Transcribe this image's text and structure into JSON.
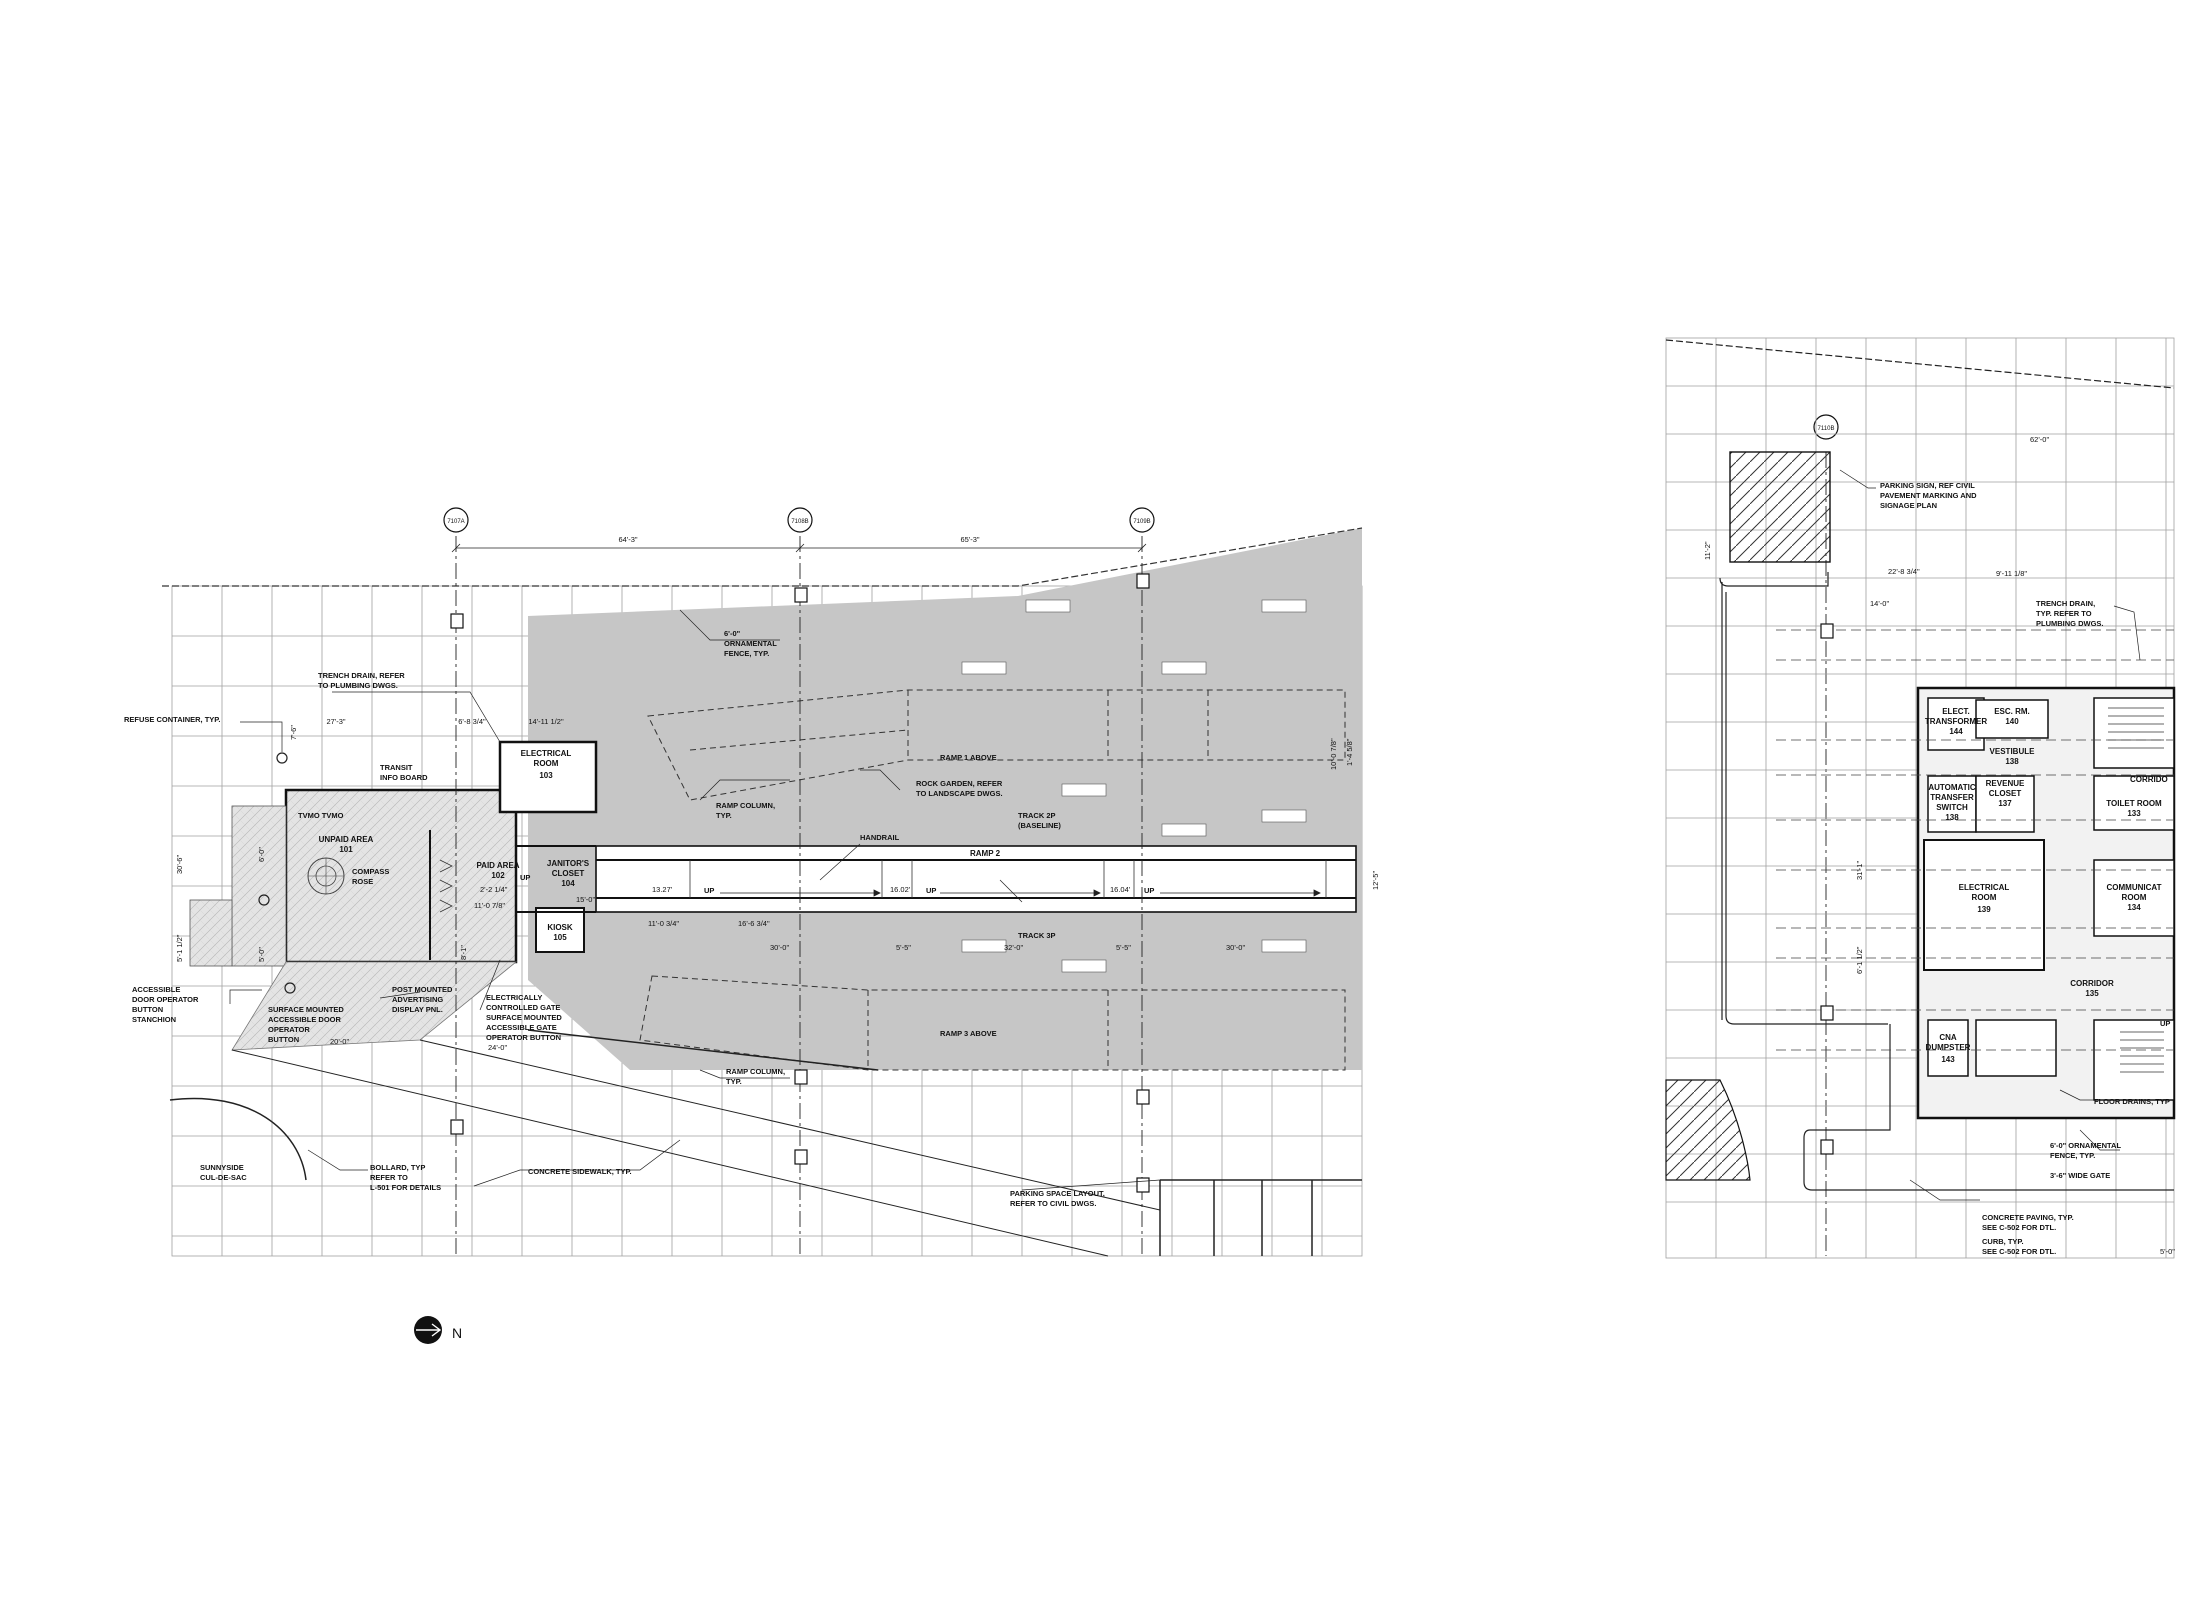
{
  "labels": {
    "refuse": "REFUSE CONTAINER, TYP.",
    "trench_left_1": "TRENCH DRAIN, REFER",
    "trench_left_2": "TO PLUMBING DWGS.",
    "transit_info_1": "TRANSIT",
    "transit_info_2": "INFO BOARD",
    "tvm": "TVMO  TVMO",
    "unpaid_area": "UNPAID AREA",
    "unpaid_num": "101",
    "compass_1": "COMPASS",
    "compass_2": "ROSE",
    "paid_area": "PAID AREA",
    "paid_num": "102",
    "janitor_1": "JANITOR'S",
    "janitor_2": "CLOSET",
    "janitor_num": "104",
    "electrical_1": "ELECTRICAL",
    "electrical_2": "ROOM",
    "electrical_num": "103",
    "kiosk": "KIOSK",
    "kiosk_num": "105",
    "fence_1": "6'-0\"",
    "fence_2": "ORNAMENTAL",
    "fence_3": "FENCE, TYP.",
    "rock_1": "ROCK GARDEN, REFER",
    "rock_2": "TO LANDSCAPE DWGS.",
    "ramp_col_1": "RAMP COLUMN,",
    "ramp_col_2": "TYP.",
    "ramp1": "RAMP 1 ABOVE",
    "ramp2": "RAMP 2",
    "ramp3": "RAMP 3 ABOVE",
    "handrail": "HANDRAIL",
    "track2p_1": "TRACK 2P",
    "track2p_2": "(BASELINE)",
    "track3p": "TRACK 3P",
    "accessible_1": "ACCESSIBLE",
    "accessible_2": "DOOR OPERATOR",
    "accessible_3": "BUTTON",
    "accessible_4": "STANCHION",
    "surface_1": "SURFACE MOUNTED",
    "surface_2": "ACCESSIBLE DOOR",
    "surface_3": "OPERATOR",
    "surface_4": "BUTTON",
    "post_1": "POST MOUNTED",
    "post_2": "ADVERTISING",
    "post_3": "DISPLAY PNL.",
    "egate_1": "ELECTRICALLY",
    "egate_2": "CONTROLLED GATE",
    "egate_3": "SURFACE MOUNTED",
    "egate_4": "ACCESSIBLE GATE",
    "egate_5": "OPERATOR BUTTON",
    "sunnyside_1": "SUNNYSIDE",
    "sunnyside_2": "CUL-DE-SAC",
    "bollard_1": "BOLLARD, TYP",
    "bollard_2": "REFER TO",
    "bollard_3": "L-501 FOR DETAILS",
    "sidewalk": "CONCRETE SIDEWALK, TYP.",
    "parking_1": "PARKING SPACE LAYOUT,",
    "parking_2": "REFER TO CIVIL DWGS.",
    "up": "UP",
    "north": "N"
  },
  "grid_bubbles": [
    "7107A",
    "7108B",
    "7109B",
    "7110B"
  ],
  "dimensions": {
    "d1": "64'-3\"",
    "d2": "65'-3\"",
    "d3": "27'-3\"",
    "d4": "6'-8 3/4\"",
    "d5": "14'-11 1/2\"",
    "d6": "10'-0 7/8\"",
    "d7": "1'-4 5/8\"",
    "d8": "2'-2 1/4\"",
    "d9": "15'-0\"",
    "d10": "11'-0 7/8\"",
    "d11": "11'-0 3/4\"",
    "d12": "16'-6 3/4\"",
    "d13": "30'-0\"",
    "d14": "5'-5\"",
    "d15": "32'-0\"",
    "d16": "5'-5\"",
    "d17": "30'-0\"",
    "d18": "13.27'",
    "d19": "16.02'",
    "d20": "16.04'",
    "d21": "12'-5\"",
    "d22": "30'-6\"",
    "d23": "6'-0\"",
    "d24": "5'-1 1/2\"",
    "d25": "20'-0\"",
    "d26": "24'-0\"",
    "d27": "7'-6\"",
    "d28": "8'-1\"",
    "d29": "5'-0\""
  },
  "right": {
    "parking_sign_1": "PARKING SIGN, REF CIVIL",
    "parking_sign_2": "PAVEMENT MARKING AND",
    "parking_sign_3": "SIGNAGE PLAN",
    "trench_1": "TRENCH DRAIN,",
    "trench_2": "TYP. REFER TO",
    "trench_3": "PLUMBING DWGS.",
    "elec_trans_1": "ELECT.",
    "elec_trans_2": "TRANSFORMER",
    "elec_trans_num": "144",
    "esc_1": "ESC. RM.",
    "esc_num": "140",
    "vestibule": "VESTIBULE",
    "vestibule_num": "138",
    "corridor_top": "CORRIDO",
    "auto_1": "AUTOMATIC",
    "auto_2": "TRANSFER",
    "auto_3": "SWITCH",
    "auto_num": "138",
    "revenue_1": "REVENUE",
    "revenue_2": "CLOSET",
    "revenue_num": "137",
    "toilet": "TOILET ROOM",
    "toilet_num": "133",
    "elec_room_1": "ELECTRICAL",
    "elec_room_2": "ROOM",
    "elec_room_num": "139",
    "comm_1": "COMMUNICAT",
    "comm_2": "ROOM",
    "comm_num": "134",
    "corridor": "CORRIDOR",
    "corridor_num": "135",
    "cna_1": "CNA",
    "cna_2": "DUMPSTER",
    "cna_num": "143",
    "floor_drains": "FLOOR DRAINS, TYP",
    "rfence_1": "6'-0\" ORNAMENTAL",
    "rfence_2": "FENCE, TYP.",
    "gate": "3'-6\" WIDE GATE",
    "paving_1": "CONCRETE PAVING, TYP.",
    "paving_2": "SEE C-502 FOR DTL.",
    "curb_1": "CURB, TYP.",
    "curb_2": "SEE C-502 FOR DTL.",
    "dim_a": "62'-0\"",
    "dim_b": "22'-8 3/4\"",
    "dim_c": "9'-11 1/8\"",
    "dim_d": "14'-0\"",
    "dim_e": "11'-2\"",
    "dim_f": "31'-1\"",
    "dim_g": "6'-1 1/2\"",
    "dim_h": "5'-0\"",
    "up": "UP"
  },
  "colors": {
    "line": "#1a1a1a",
    "grid": "#9a9a9a",
    "hatch": "#d2d2d2",
    "paving": "#c8c8c8"
  }
}
